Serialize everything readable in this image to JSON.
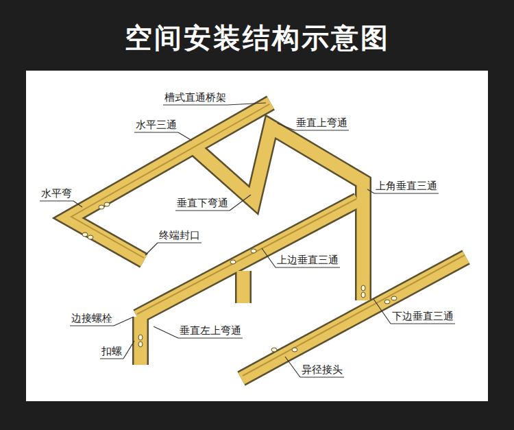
{
  "diagram": {
    "title": "空间安装结构示意图",
    "labels": [
      "槽式直通桥架",
      "水平三通",
      "垂直上弯通",
      "水平弯",
      "垂直下弯通",
      "上角垂直三通",
      "终端封口",
      "上边垂直三通",
      "边接螺栓",
      "垂直左上弯通",
      "下边垂直三通",
      "扣螺",
      "异径接头"
    ]
  }
}
